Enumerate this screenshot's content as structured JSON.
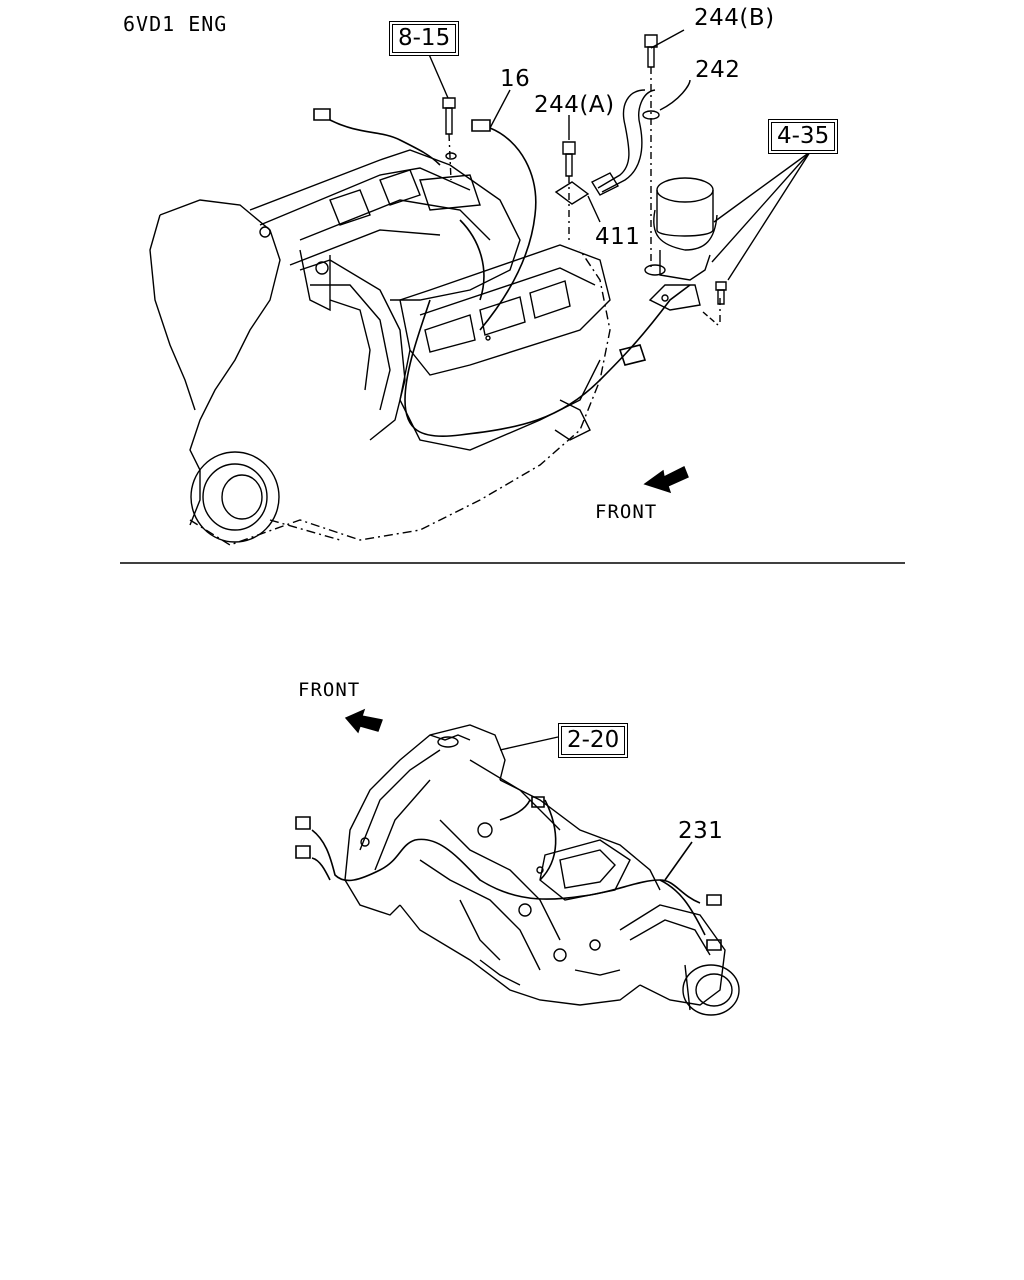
{
  "header": {
    "title": "6VD1 ENG"
  },
  "engine_section": {
    "front_label": "FRONT",
    "callouts": {
      "ref_8_15": "8-15",
      "part_16": "16",
      "part_244a": "244(A)",
      "part_244b": "244(B)",
      "part_242": "242",
      "ref_4_35": "4-35",
      "part_411": "411"
    }
  },
  "transmission_section": {
    "front_label": "FRONT",
    "callouts": {
      "ref_2_20": "2-20",
      "part_231": "231"
    }
  }
}
